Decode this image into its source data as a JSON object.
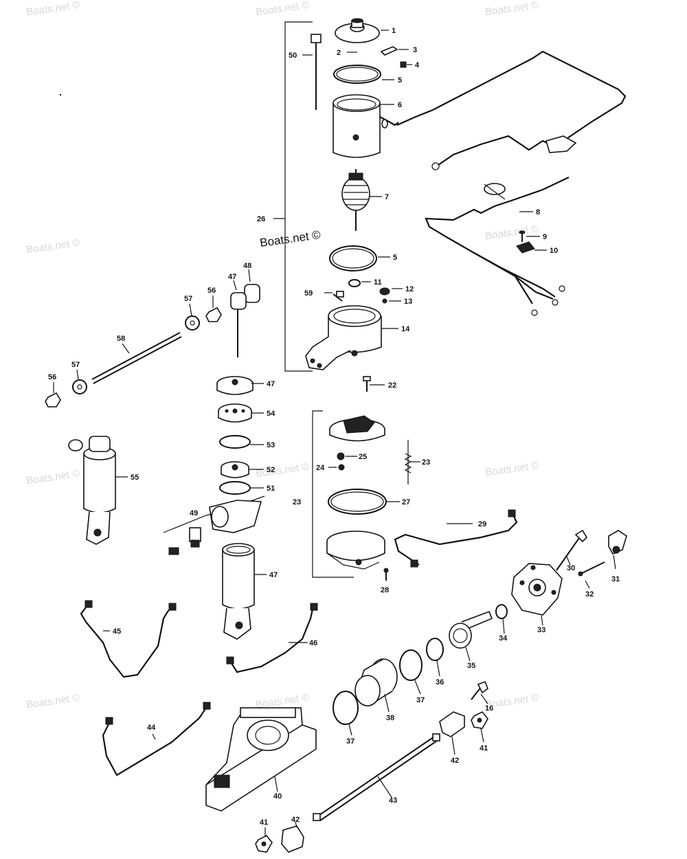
{
  "watermark": {
    "text": "Boats.net ©",
    "center_text": "Boats.net ©"
  },
  "icons": [
    "exploded-parts-diagram"
  ],
  "colors": {
    "ink": "#111111",
    "paper": "#ffffff",
    "watermark": "#d8d8d8"
  },
  "callouts": {
    "n1": "1",
    "n2": "2",
    "n3": "3",
    "n4": "4",
    "n5a": "5",
    "n6": "6",
    "n7": "7",
    "n8": "8",
    "n9": "9",
    "n10": "10",
    "n5b": "5",
    "n11": "11",
    "n12": "12",
    "n13": "13",
    "n14": "14",
    "n59": "59",
    "n26": "26",
    "n50": "50",
    "n48": "48",
    "n47a": "47",
    "n57a": "57",
    "n56a": "56",
    "n58": "58",
    "n57b": "57",
    "n56b": "56",
    "n22": "22",
    "n47b": "47",
    "n54": "54",
    "n53": "53",
    "n52": "52",
    "n51": "51",
    "n55": "55",
    "n49": "49",
    "n47c": "47",
    "n25": "25",
    "n24": "24",
    "n23a": "23",
    "n23b": "23",
    "n27": "27",
    "n29": "29",
    "n28": "28",
    "n30": "30",
    "n31": "31",
    "n32": "32",
    "n33": "33",
    "n34": "34",
    "n35": "35",
    "n36": "36",
    "n37a": "37",
    "n37b": "37",
    "n38": "38",
    "n16": "16",
    "n41a": "41",
    "n42a": "42",
    "n45": "45",
    "n46": "46",
    "n44": "44",
    "n40": "40",
    "n43": "43",
    "n42b": "42",
    "n41b": "41"
  }
}
